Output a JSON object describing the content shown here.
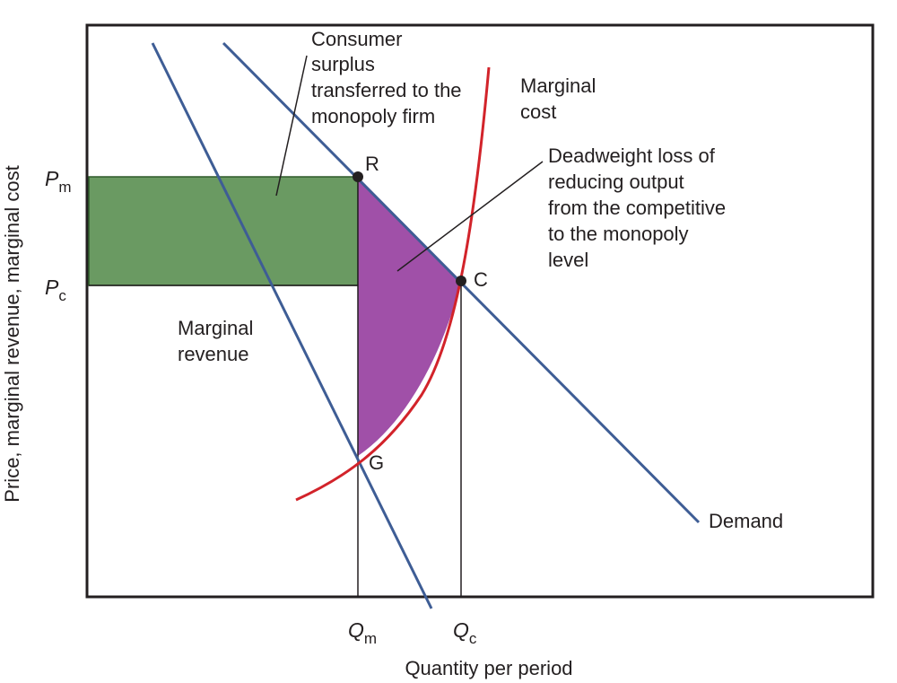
{
  "diagram": {
    "y_axis_label": "Price, marginal revenue, marginal cost",
    "x_axis_label": "Quantity per period",
    "ticks_y": [
      {
        "id": "pm",
        "symbol": "P",
        "subscript": "m"
      },
      {
        "id": "pc",
        "symbol": "P",
        "subscript": "c"
      }
    ],
    "ticks_x": [
      {
        "id": "qm",
        "symbol": "Q",
        "subscript": "m"
      },
      {
        "id": "qc",
        "symbol": "Q",
        "subscript": "c"
      }
    ],
    "points": {
      "r": "R",
      "c": "C",
      "g": "G"
    },
    "curve_labels": {
      "marginal_cost": [
        "Marginal",
        "cost"
      ],
      "marginal_revenue": [
        "Marginal",
        "revenue"
      ],
      "demand": "Demand"
    },
    "annotations": {
      "consumer_surplus": [
        "Consumer",
        "surplus",
        "transferred to the",
        "monopoly firm"
      ],
      "deadweight_loss": [
        "Deadweight loss of",
        "reducing output",
        "from the competitive",
        "to the monopoly",
        "level"
      ]
    },
    "colors": {
      "consumer_surplus_fill": "#6a9a62",
      "consumer_surplus_edge": "#2e5a2a",
      "deadweight_fill": "#a050a8",
      "demand_line": "#3e5d95",
      "mr_line": "#3e5d95",
      "mc_curve": "#d2232a",
      "axis": "#231f20"
    }
  }
}
